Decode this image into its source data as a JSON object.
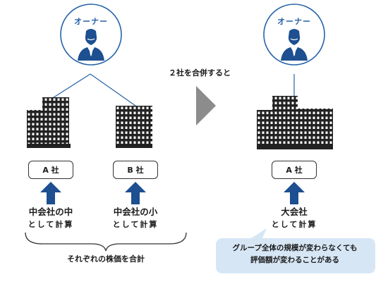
{
  "owner_left": {
    "label": "オーナー"
  },
  "owner_right": {
    "label": "オーナー"
  },
  "merge_label": "２社を合併すると",
  "companies": {
    "a": {
      "box": "A 社",
      "size": "中会社の中",
      "calc": "として計算"
    },
    "b": {
      "box": "B 社",
      "size": "中会社の小",
      "calc": "として計算"
    },
    "merged": {
      "box": "A 社",
      "size": "大会社",
      "calc": "として計算"
    }
  },
  "sum_label": "それぞれの株価を合計",
  "callout": {
    "line1": "グループ全体の規模が変わらなくても",
    "line2": "評価額が変わることがある"
  },
  "colors": {
    "accent_blue": "#1d4f91",
    "owner_circle": "#2563a8",
    "callout_bg": "#d6e6f5",
    "merge_arrow": "#8c8c8c",
    "building": "#222222"
  }
}
